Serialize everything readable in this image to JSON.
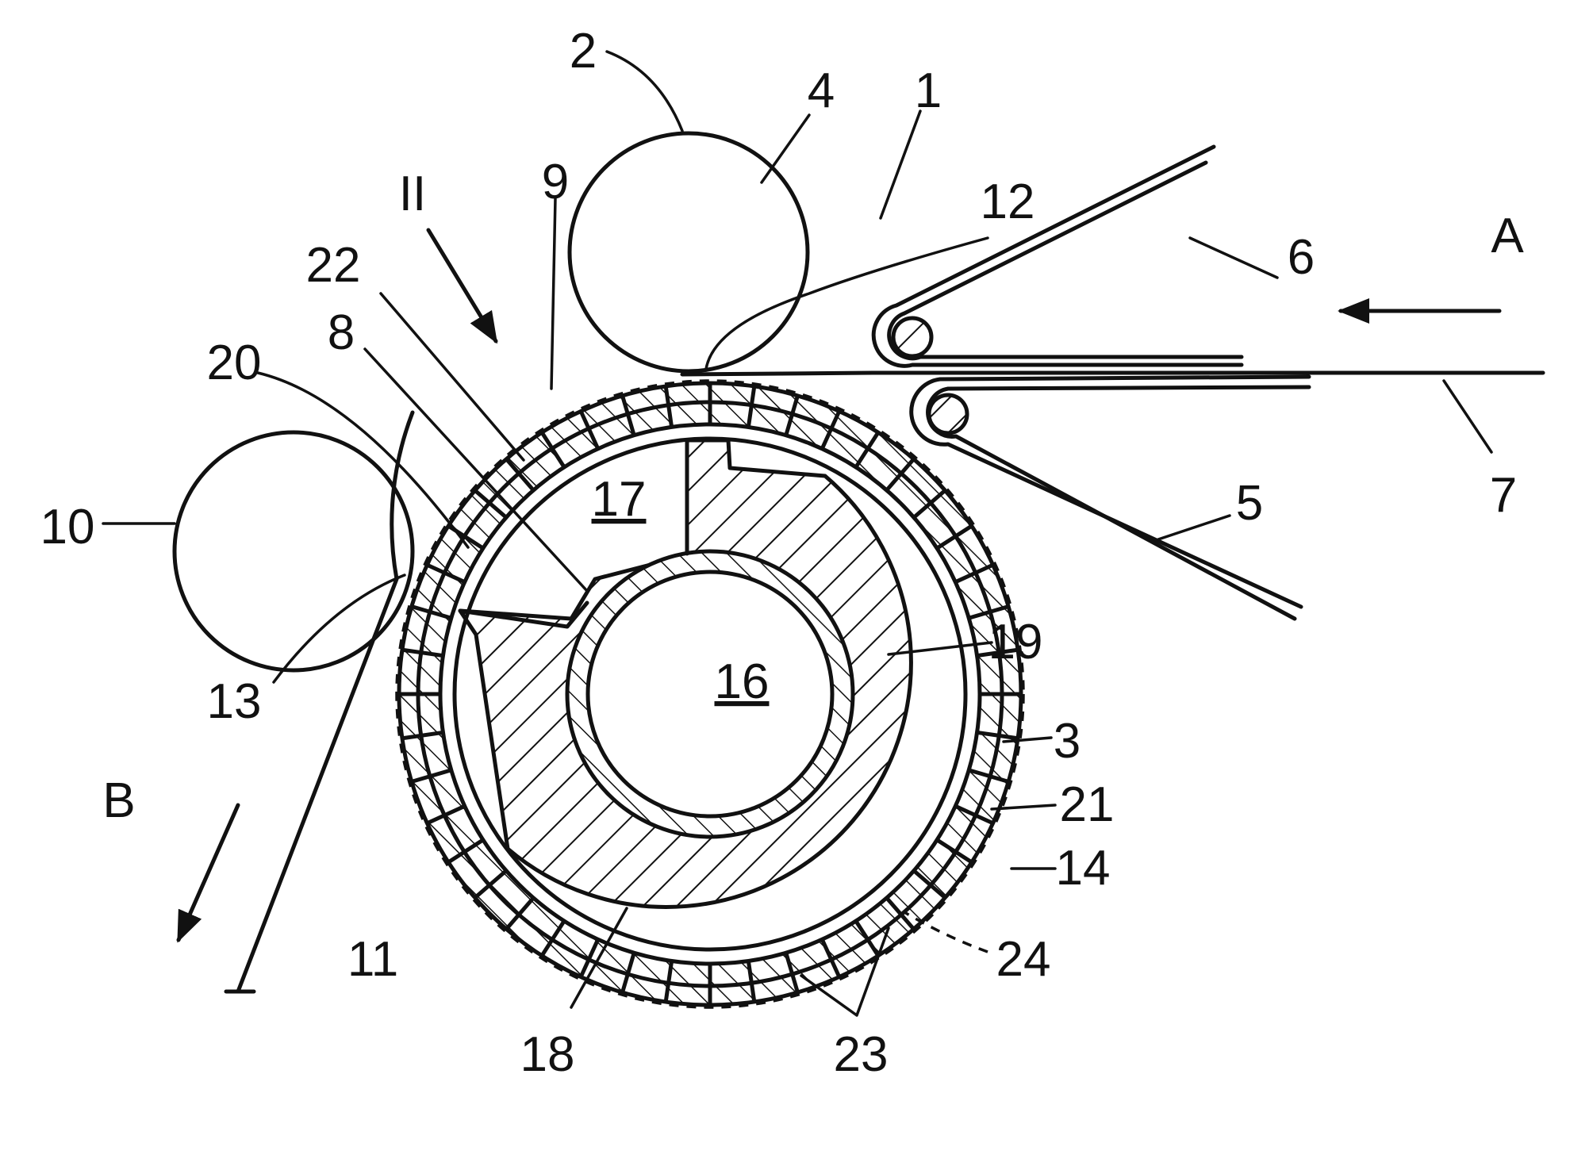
{
  "figure": {
    "labels": {
      "l1": "1",
      "l2": "2",
      "l3": "3",
      "l4": "4",
      "l5": "5",
      "l6": "6",
      "l7": "7",
      "l8": "8",
      "l9": "9",
      "l10": "10",
      "l11": "11",
      "l12": "12",
      "l13": "13",
      "l14": "14",
      "l16": "16",
      "l17": "17",
      "l18": "18",
      "l19": "19",
      "l20": "20",
      "l21": "21",
      "l22": "22",
      "l23": "23",
      "l24": "24",
      "lII": "II",
      "lA": "A",
      "lB": "B"
    }
  }
}
